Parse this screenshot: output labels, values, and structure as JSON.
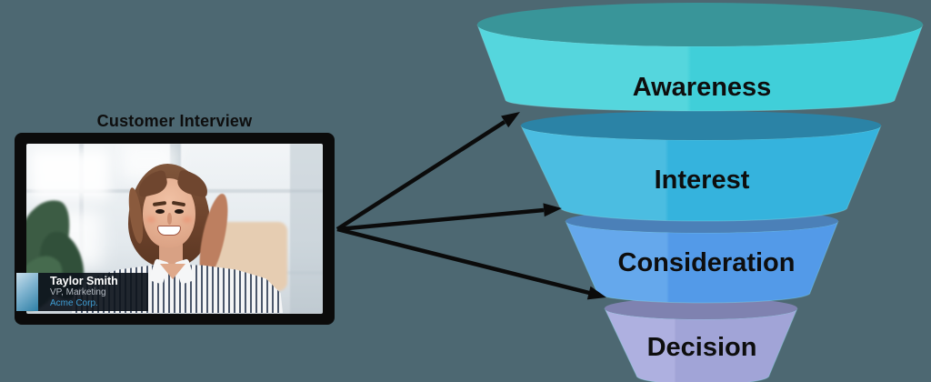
{
  "background_color": "#4d6872",
  "video_card": {
    "title": "Customer Interview",
    "lower_third": {
      "name": "Taylor Smith",
      "role": "VP, Marketing",
      "company": "Acme Corp.",
      "company_color": "#3f9fd6"
    }
  },
  "funnel": {
    "label_color": "#0e0e0e",
    "stages": [
      {
        "label": "Awareness",
        "top_color": "#399599",
        "body_left": "#55d6dd",
        "body_right": "#40cfd9"
      },
      {
        "label": "Interest",
        "top_color": "#2b83a6",
        "body_left": "#4bbde1",
        "body_right": "#35b3dd"
      },
      {
        "label": "Consideration",
        "top_color": "#4b80b8",
        "body_left": "#65a8ec",
        "body_right": "#539ae8"
      },
      {
        "label": "Decision",
        "top_color": "#7f82b0",
        "body_left": "#aeb0e0",
        "body_right": "#a1a4d7"
      }
    ]
  },
  "arrows": {
    "color": "#0b0b0b"
  }
}
